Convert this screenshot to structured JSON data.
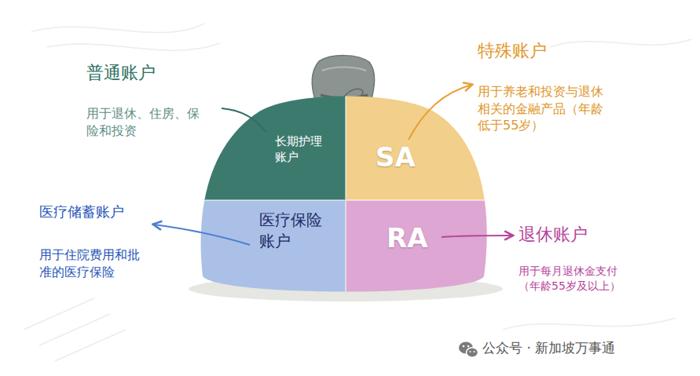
{
  "diagram": {
    "nodes": [
      {
        "text": [
          "长期护理账户"
        ]
      },
      {
        "text": [
          "SA"
        ]
      },
      {
        "text": [
          "医疗保险账户"
        ]
      },
      {
        "text": [
          "RA"
        ]
      }
    ],
    "labels": [
      "普通账户",
      "用于退休、住房、保险和投资",
      "特殊账户",
      "用于养老和投资与退休相关的金融产品（年龄低于55岁）",
      "医疗储蓄账户",
      "用于住院费用和批准的医疗保险",
      "退休账户",
      "用于每月退休金支付（年龄55岁及以上）",
      "公众号 · 新加坡万事通"
    ]
  }
}
